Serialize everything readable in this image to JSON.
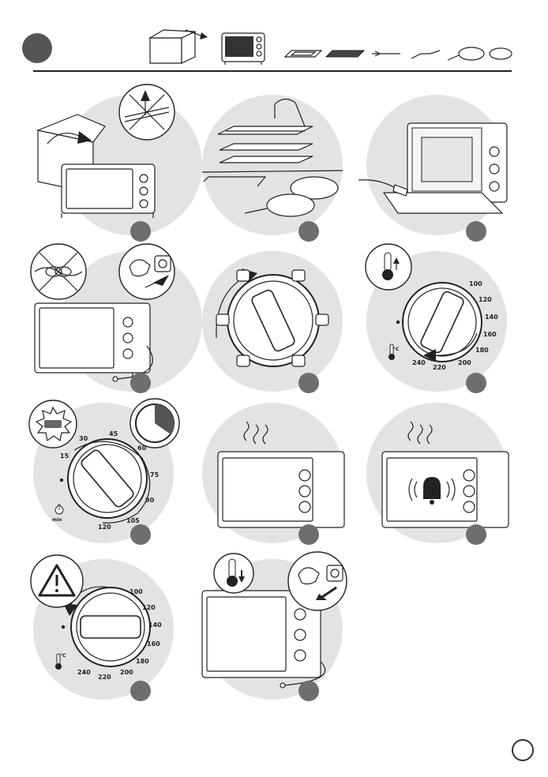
{
  "temperature_scale": {
    "values": [
      "100",
      "120",
      "140",
      "160",
      "180",
      "200",
      "220",
      "240"
    ],
    "unit": "°C"
  },
  "timer_scale": {
    "values": [
      "15",
      "30",
      "45",
      "60",
      "75",
      "90",
      "105",
      "120"
    ],
    "unit": "min"
  },
  "colors": {
    "step_marker": "#6e6e6e",
    "panel_background": "#e3e3e3",
    "header_marker": "#555555"
  }
}
